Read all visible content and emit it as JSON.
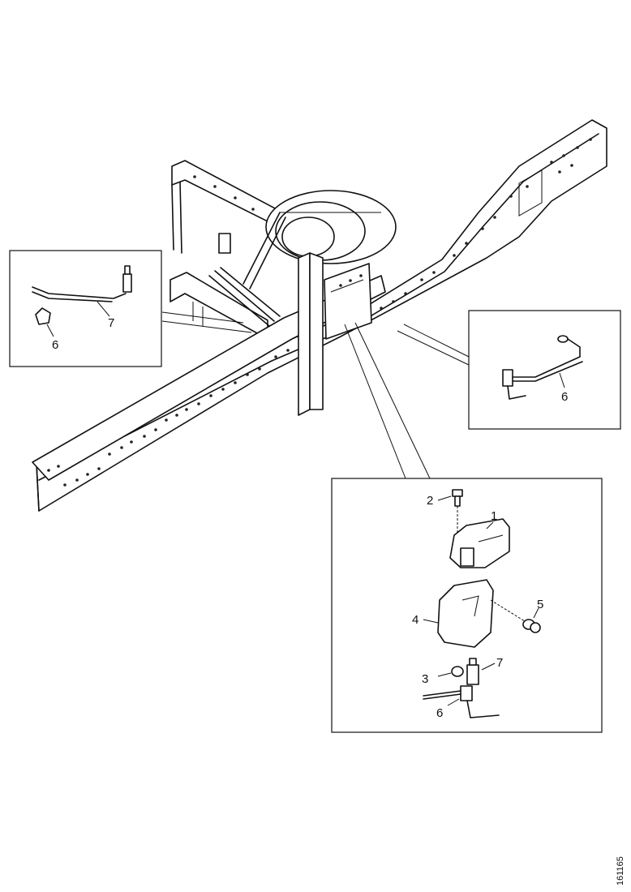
{
  "figure_code": "161165",
  "callouts": {
    "left_detail": [
      {
        "id": "left-7",
        "text": "7"
      },
      {
        "id": "left-6",
        "text": "6"
      }
    ],
    "right_detail": [
      {
        "id": "right-6",
        "text": "6"
      }
    ],
    "exploded_detail": [
      {
        "id": "part-1",
        "text": "1"
      },
      {
        "id": "part-2",
        "text": "2"
      },
      {
        "id": "part-3",
        "text": "3"
      },
      {
        "id": "part-4",
        "text": "4"
      },
      {
        "id": "part-5",
        "text": "5"
      },
      {
        "id": "part-6",
        "text": "6"
      },
      {
        "id": "part-7",
        "text": "7"
      }
    ]
  }
}
